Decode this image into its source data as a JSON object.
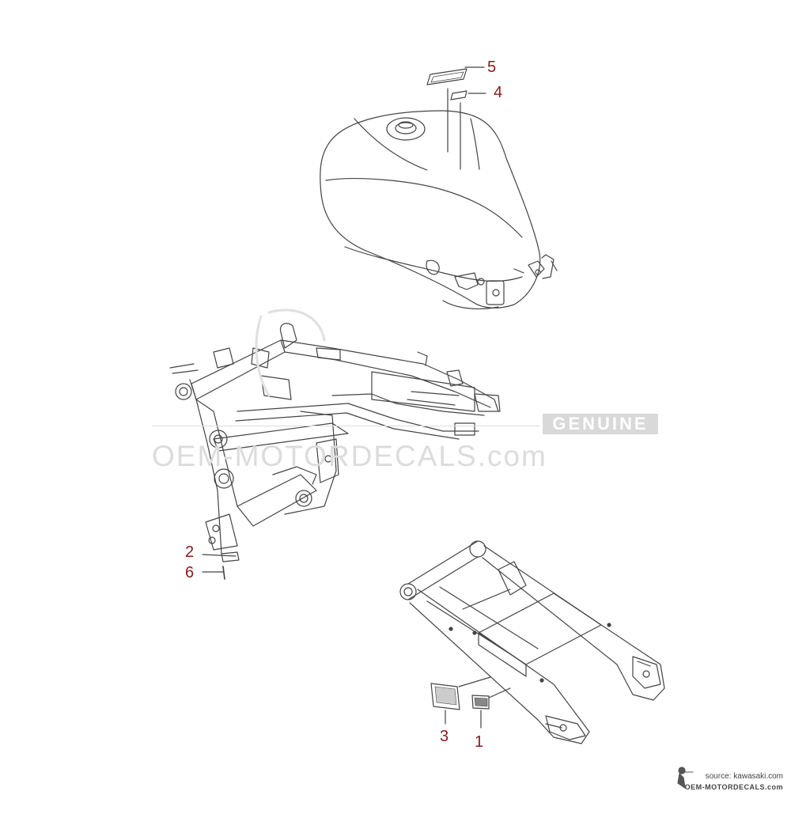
{
  "diagram": {
    "callouts": [
      {
        "id": "c5",
        "label": "5"
      },
      {
        "id": "c4",
        "label": "4"
      },
      {
        "id": "c2",
        "label": "2"
      },
      {
        "id": "c6",
        "label": "6"
      },
      {
        "id": "c3",
        "label": "3"
      },
      {
        "id": "c1",
        "label": "1"
      }
    ]
  },
  "watermark": {
    "badge": "GENUINE",
    "text": "OEM-MOTORDECALS.com"
  },
  "footer": {
    "source": "source: kawasaki.com",
    "site": "OEM-MOTORDECALS.com"
  },
  "colors": {
    "callout": "#8b1a1a",
    "line": "#444444",
    "watermark": "#dcdcdc"
  }
}
